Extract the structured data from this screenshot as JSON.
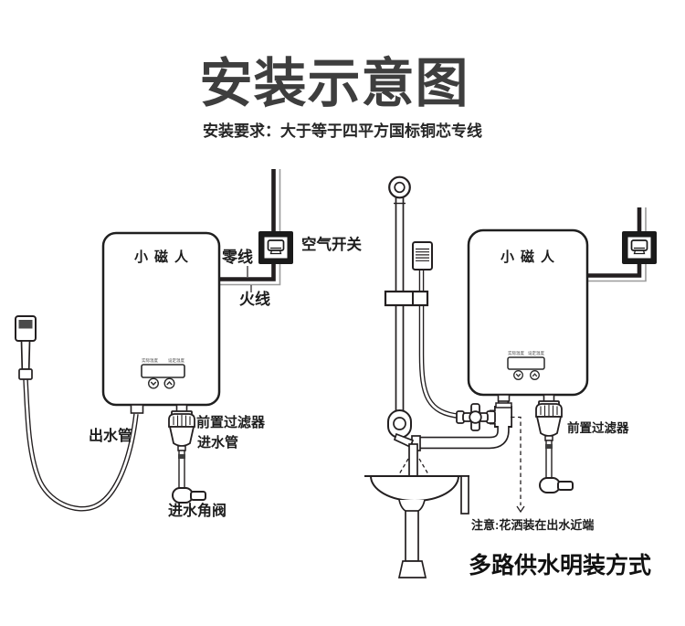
{
  "header": {
    "title": "安装示意图",
    "subtitle": "安装要求：大于等于四平方国标铜芯专线"
  },
  "left_diagram": {
    "brand": "小磁人",
    "panel": {
      "left_label": "实际温度",
      "right_label": "设定温度"
    },
    "wire_neutral": "零线",
    "wire_live": "火线",
    "air_switch": "空气开关",
    "outlet_pipe": "出水管",
    "prefilter": "前置过滤器",
    "inlet_pipe": "进水管",
    "inlet_valve": "进水角阀"
  },
  "right_diagram": {
    "brand": "小磁人",
    "panel": {
      "left_label": "实际温度",
      "right_label": "设定温度"
    },
    "prefilter": "前置过滤器",
    "note": "注意:花洒装在出水近端",
    "caption": "多路供水明装方式"
  },
  "icons": {
    "air_switch": "circuit-breaker-icon",
    "panel_button_left": "chevron-down",
    "panel_button_right": "chevron-up"
  },
  "colors": {
    "line": "#231f20",
    "title_text": "#3e3e3e",
    "thin_wire": "#9b9b9b",
    "pipe_band": "#3f3f3f"
  }
}
